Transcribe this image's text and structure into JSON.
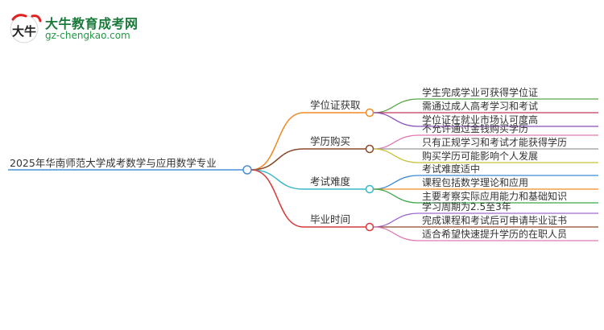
{
  "logo": {
    "title": "大牛教育成考网",
    "url": "gz-chengkao.com",
    "mark_text": "大牛"
  },
  "mindmap": {
    "root": "2025年华南师范大学成考数学与应用数学专业",
    "root_color": "#4a90d9",
    "branches": [
      {
        "label": "学位证获取",
        "color": "#f08a24",
        "leaves": [
          {
            "text": "学生完成学业可获得学位证",
            "color": "#5aa84a"
          },
          {
            "text": "需通过成人高考学习和考试",
            "color": "#c2395a"
          },
          {
            "text": "学位证在就业市场认可度高",
            "color": "#8a4fb8"
          }
        ]
      },
      {
        "label": "学历购买",
        "color": "#8a4a2a",
        "leaves": [
          {
            "text": "不允许通过金钱购买学历",
            "color": "#e07ab0"
          },
          {
            "text": "只有正规学习和考试才能获得学历",
            "color": "#9a9a9a"
          },
          {
            "text": "购买学历可能影响个人发展",
            "color": "#c8c03a"
          }
        ]
      },
      {
        "label": "考试难度",
        "color": "#3ab8c8",
        "leaves": [
          {
            "text": "考试难度适中",
            "color": "#3a8ad8"
          },
          {
            "text": "课程包括数学理论和应用",
            "color": "#f08a24"
          },
          {
            "text": "主要考察实际应用能力和基础知识",
            "color": "#3aa84a"
          }
        ]
      },
      {
        "label": "毕业时间",
        "color": "#d83a3a",
        "leaves": [
          {
            "text": "学习周期为2.5至3年",
            "color": "#a06ad0"
          },
          {
            "text": "完成课程和考试后可申请毕业证书",
            "color": "#8a4a2a"
          },
          {
            "text": "适合希望快速提升学历的在职人员",
            "color": "#e07ab0"
          }
        ]
      }
    ]
  }
}
